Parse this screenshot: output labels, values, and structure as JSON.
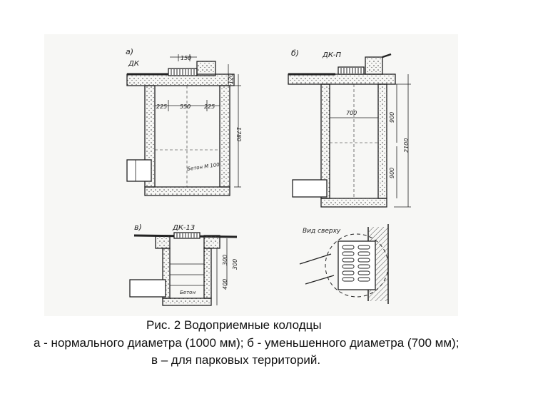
{
  "figure": {
    "labels": {
      "a": {
        "letter": "а)",
        "cover": "ДК",
        "dim_top": "150",
        "dim_120": "120",
        "dim_left": "225",
        "dim_mid": "550",
        "dim_right": "225",
        "dim_height": "1780",
        "concrete": "Бетон М 100"
      },
      "b": {
        "letter": "б)",
        "cover": "ДК-П",
        "dim_inner": "700",
        "dim_900_top": "900",
        "dim_total": "2100",
        "dim_900_bottom": "900"
      },
      "c": {
        "letter": "в)",
        "cover": "ДК-13",
        "dim_300_a": "300",
        "dim_300_b": "300",
        "dim_400": "400",
        "concrete": "Бетон"
      },
      "d": {
        "title": "Вид сверху"
      }
    }
  },
  "caption": {
    "line1": "Рис. 2 Водоприемные колодцы",
    "line2": "а - нормального диаметра (1000 мм); б - уменьшенного диаметра (700 мм);",
    "line3": "в – для парковых территорий."
  }
}
